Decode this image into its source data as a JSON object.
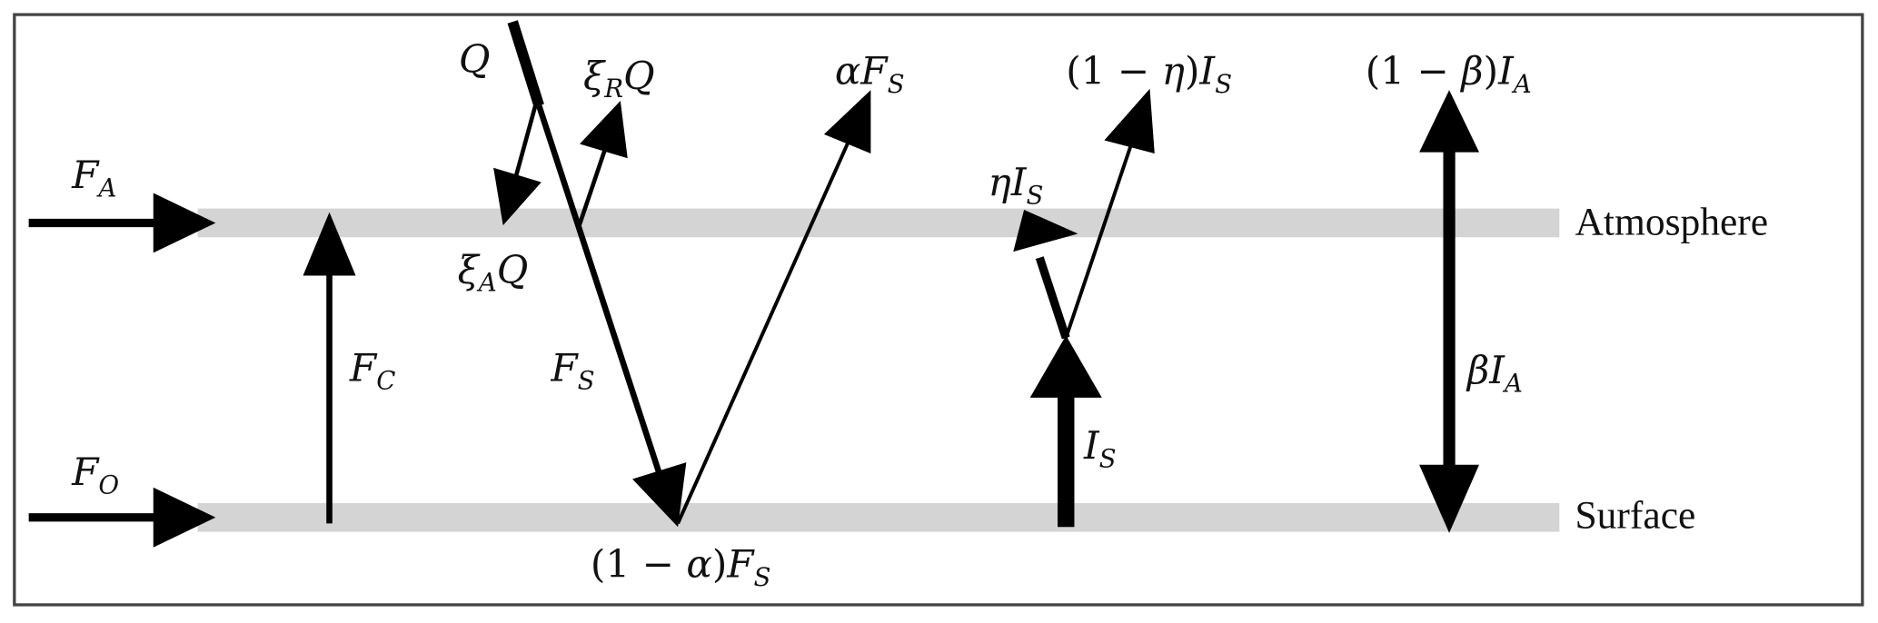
{
  "layers": {
    "atmosphere": "Atmosphere",
    "surface": "Surface"
  },
  "labels": {
    "FA": {
      "main": "F",
      "sub": "A"
    },
    "FO": {
      "main": "F",
      "sub": "O"
    },
    "FC": {
      "main": "F",
      "sub": "C"
    },
    "FS": {
      "main": "F",
      "sub": "S"
    },
    "Q": {
      "main": "Q"
    },
    "xiRQ": {
      "pre": "ξ",
      "sub": "R",
      "post": "Q"
    },
    "xiAQ": {
      "pre": "ξ",
      "sub": "A",
      "post": "Q"
    },
    "alphaFS": {
      "main": "αF",
      "sub": "S"
    },
    "oneMinusEtaIS": {
      "open": "(1 − ",
      "var": "η",
      "close": ")",
      "main": "I",
      "sub": "S"
    },
    "oneMinusBetaIA": {
      "open": "(1 − ",
      "var": "β",
      "close": ")",
      "main": "I",
      "sub": "A"
    },
    "etaIS": {
      "main": "ηI",
      "sub": "S"
    },
    "IS": {
      "main": "I",
      "sub": "S"
    },
    "betaIA": {
      "main": "βI",
      "sub": "A"
    },
    "oneMinusAlphaFS": {
      "open": "(1 − ",
      "var": "α",
      "close": ")",
      "main": "F",
      "sub": "S"
    }
  },
  "colors": {
    "band": "#d4d4d4",
    "arrow": "#000000",
    "border": "#444444"
  }
}
